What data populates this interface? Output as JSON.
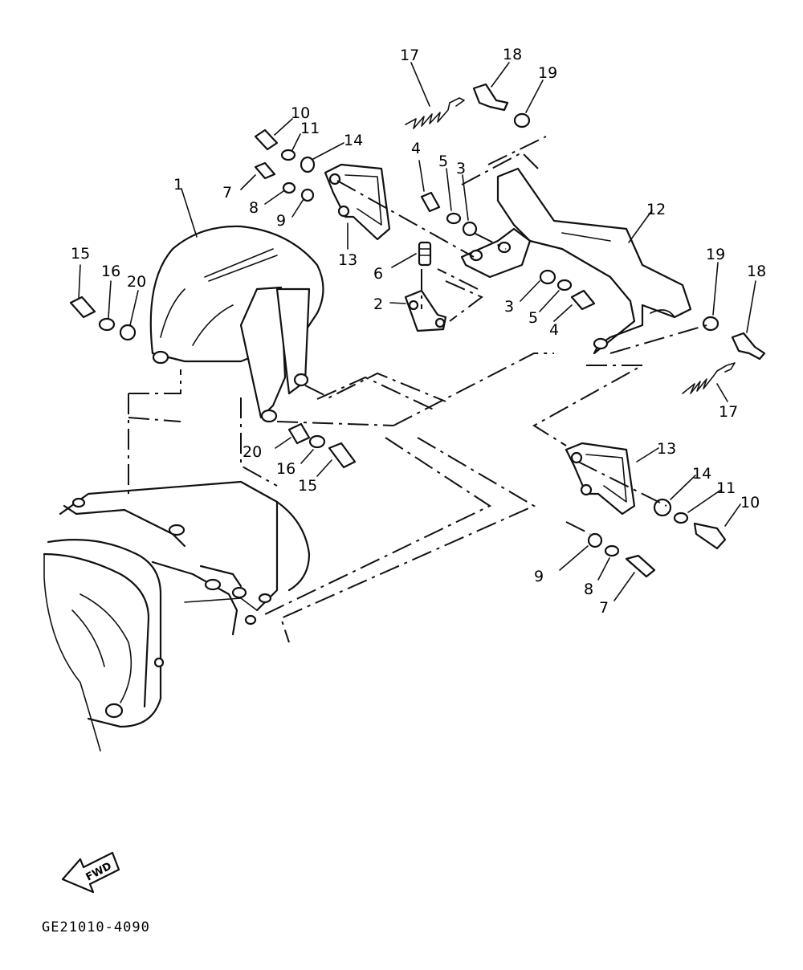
{
  "diagram": {
    "diagram_code": "GE21010-4090",
    "direction_marker": "FWD",
    "part_labels": {
      "p1": "1",
      "p2": "2",
      "p3a": "3",
      "p3b": "3",
      "p4a": "4",
      "p4b": "4",
      "p5a": "5",
      "p5b": "5",
      "p6": "6",
      "p7a": "7",
      "p7b": "7",
      "p8a": "8",
      "p8b": "8",
      "p9a": "9",
      "p9b": "9",
      "p10a": "10",
      "p10b": "10",
      "p11a": "11",
      "p11b": "11",
      "p12": "12",
      "p13a": "13",
      "p13b": "13",
      "p14a": "14",
      "p14b": "14",
      "p15a": "15",
      "p15b": "15",
      "p16a": "16",
      "p16b": "16",
      "p17a": "17",
      "p17b": "17",
      "p18a": "18",
      "p18b": "18",
      "p19a": "19",
      "p19b": "19",
      "p20a": "20",
      "p20b": "20"
    }
  }
}
